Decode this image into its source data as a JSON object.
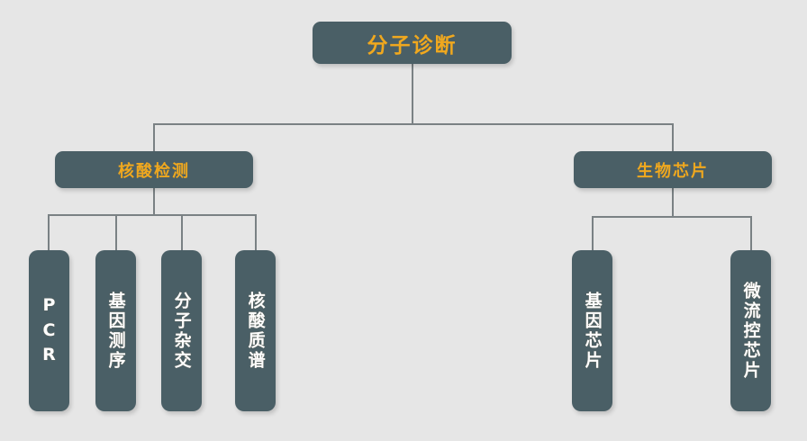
{
  "diagram": {
    "type": "organizational-tree",
    "title_node": "分子诊断",
    "colors": {
      "background": "#e6e6e6",
      "node_fill": "#4a5f66",
      "accent_text": "#f0a81e",
      "leaf_text": "#fdfdfd",
      "connector": "#7a8184"
    },
    "root": {
      "label": "分子诊断"
    },
    "branches": [
      {
        "label": "核酸检测",
        "children": [
          {
            "label": "PCR",
            "script": "latin",
            "chars": [
              "P",
              "C",
              "R"
            ]
          },
          {
            "label": "基因测序",
            "script": "cjk"
          },
          {
            "label": "分子杂交",
            "script": "cjk"
          },
          {
            "label": "核酸质谱",
            "script": "cjk"
          }
        ]
      },
      {
        "label": "生物芯片",
        "children": [
          {
            "label": "基因芯片",
            "script": "cjk"
          },
          {
            "label": "微流控芯片",
            "script": "cjk"
          }
        ]
      }
    ]
  }
}
